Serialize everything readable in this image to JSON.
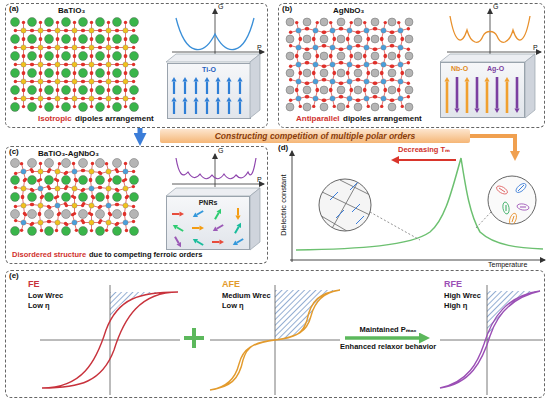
{
  "diagram": {
    "nodes": [
      {
        "text": [
          "(a)"
        ]
      },
      {
        "text": [
          "Ti-O"
        ],
        "in": 0
      },
      {
        "text": [
          "(b)"
        ]
      },
      {
        "text": [
          "Nb-O",
          "Ag-O"
        ],
        "in": 2
      },
      {
        "text": [
          "Constructing competition of multiple polar orders"
        ]
      },
      {
        "text": [
          "(c)"
        ]
      },
      {
        "text": [
          "PNRs"
        ],
        "in": 5
      },
      {
        "text": [
          "(e)"
        ]
      }
    ],
    "edges": [
      {
        "from": 0,
        "to": 5,
        "arrow": "to"
      }
    ],
    "labels": [
      "BaTiO₃",
      "G",
      "P",
      "Isotropic",
      "dipoles arrangement",
      "AgNbO₃",
      "G",
      "P",
      "Antiparallel",
      "dipoles arrangement",
      "BaTiO₃-AgNbO₃",
      "G",
      "P",
      "Disordered structure",
      "due to competing ferroic orders",
      "(d)",
      "Dielectric constant",
      "Temperature",
      "Decreasing Tₘ",
      "FE",
      "Low Wrec",
      "Low η",
      "AFE",
      "Medium Wrec",
      "Low η",
      "Maintained Pₘₐₓ",
      "Enhanced relaxor behavior",
      "RFE",
      "High Wrec",
      "High η"
    ]
  }
}
